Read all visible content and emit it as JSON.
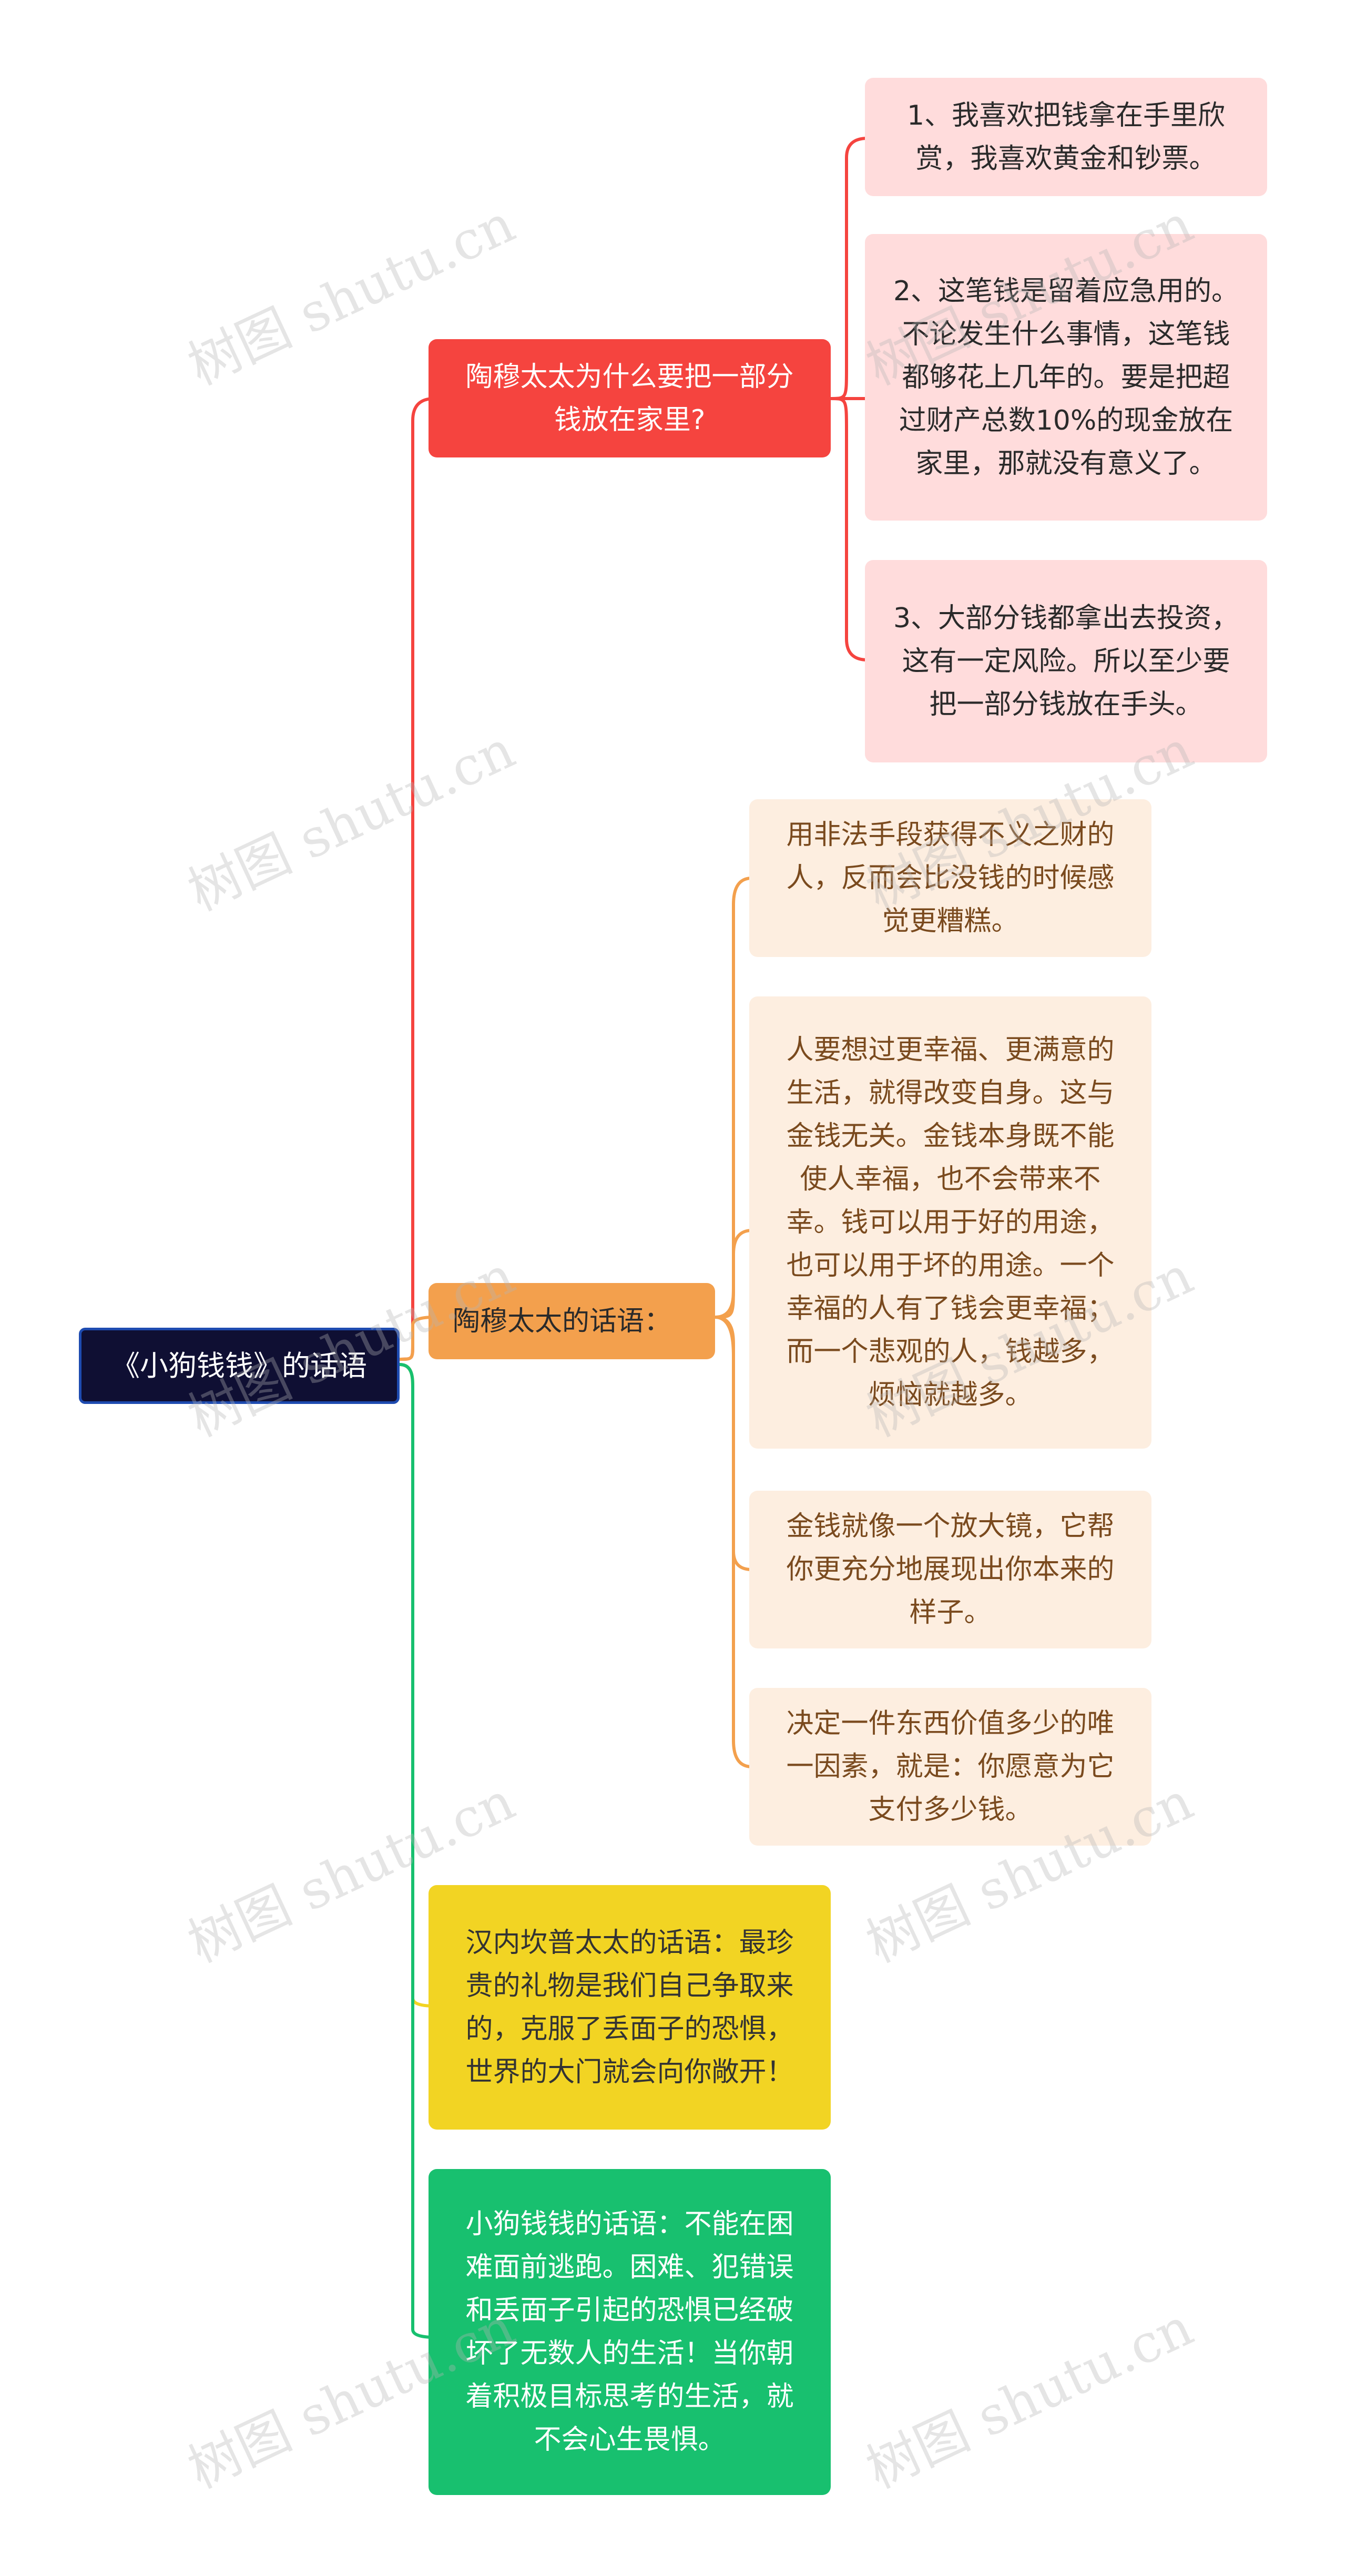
{
  "root": "《小狗钱钱》的话语",
  "branches": [
    {
      "label": "陶穆太太为什么要把一部分钱放在家里?",
      "color": "#f5443f",
      "children": [
        "1、我喜欢把钱拿在手里欣赏，我喜欢黄金和钞票。",
        "2、这笔钱是留着应急用的。不论发生什么事情，这笔钱都够花上几年的。要是把超过财产总数10%的现金放在家里，那就没有意义了。",
        "3、大部分钱都拿出去投资，这有一定风险。所以至少要把一部分钱放在手头。"
      ]
    },
    {
      "label": "陶穆太太的话语：",
      "color": "#f3a04d",
      "children": [
        "用非法手段获得不义之财的人，反而会比没钱的时候感觉更糟糕。",
        "人要想过更幸福、更满意的生活，就得改变自身。这与金钱无关。金钱本身既不能使人幸福，也不会带来不幸。钱可以用于好的用途，也可以用于坏的用途。一个幸福的人有了钱会更幸福；而一个悲观的人，钱越多，烦恼就越多。",
        "金钱就像一个放大镜，它帮你更充分地展现出你本来的样子。",
        "决定一件东西价值多少的唯一因素，就是：你愿意为它支付多少钱。"
      ]
    },
    {
      "label": "汉内坎普太太的话语：最珍贵的礼物是我们自己争取来的，克服了丢面子的恐惧，世界的大门就会向你敞开！",
      "color": "#f2d423",
      "children": []
    },
    {
      "label": "小狗钱钱的话语：不能在困难面前逃跑。困难、犯错误和丢面子引起的恐惧已经破坏了无数人的生活！当你朝着积极目标思考的生活，就不会心生畏惧。",
      "color": "#18c06f",
      "children": []
    }
  ],
  "watermark": "树图 shutu.cn"
}
